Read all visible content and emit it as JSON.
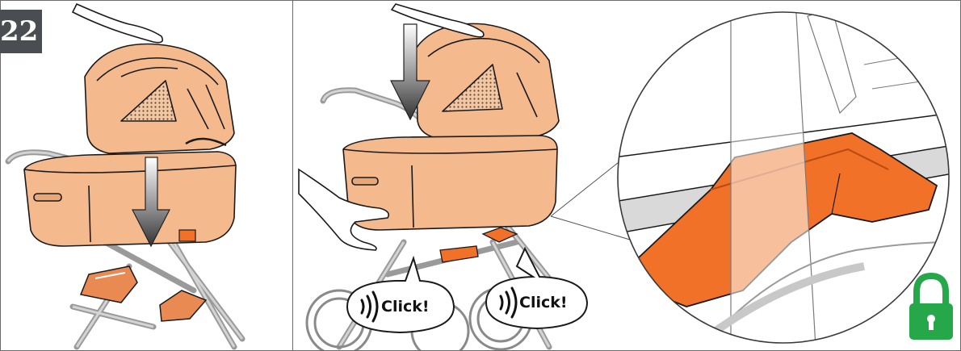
{
  "step": {
    "number": "22"
  },
  "callouts": [
    {
      "label": "Click!",
      "icon": "sound-waves-icon"
    },
    {
      "label": "Click!",
      "icon": "sound-waves-icon"
    }
  ],
  "status_icon": "padlock-locked-icon",
  "colors": {
    "bassinet": "#f4b98d",
    "bassinet_dark": "#e9a677",
    "adapter": "#f07127",
    "badge": "#4a4d52",
    "lock": "#26a84a",
    "outline": "#1a1a1a"
  }
}
